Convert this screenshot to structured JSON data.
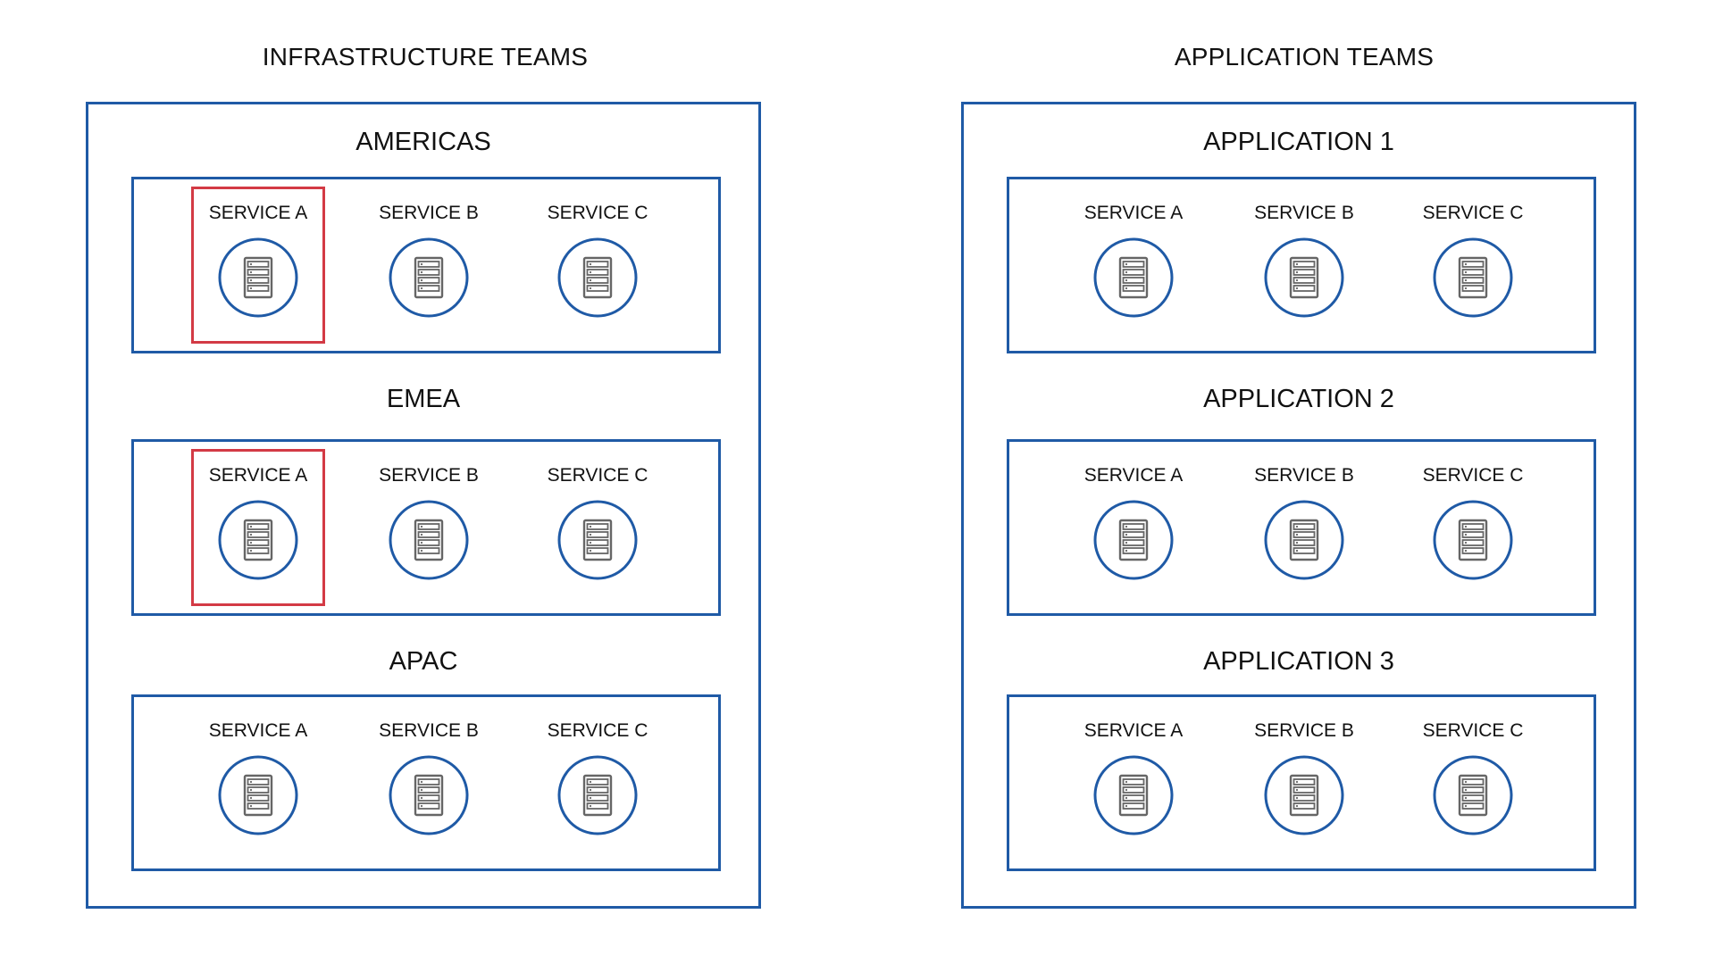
{
  "colors": {
    "box_border": "#1f5aa6",
    "highlight_border": "#d33a45",
    "icon_gray": "#666666"
  },
  "infra": {
    "title": "INFRASTRUCTURE TEAMS",
    "groups": [
      {
        "title": "AMERICAS",
        "services": [
          {
            "label": "SERVICE A",
            "icon": "server-icon",
            "highlighted": true
          },
          {
            "label": "SERVICE B",
            "icon": "server-icon",
            "highlighted": false
          },
          {
            "label": "SERVICE C",
            "icon": "server-icon",
            "highlighted": false
          }
        ]
      },
      {
        "title": "EMEA",
        "services": [
          {
            "label": "SERVICE A",
            "icon": "server-icon",
            "highlighted": true
          },
          {
            "label": "SERVICE B",
            "icon": "server-icon",
            "highlighted": false
          },
          {
            "label": "SERVICE C",
            "icon": "server-icon",
            "highlighted": false
          }
        ]
      },
      {
        "title": "APAC",
        "services": [
          {
            "label": "SERVICE A",
            "icon": "server-icon",
            "highlighted": false
          },
          {
            "label": "SERVICE B",
            "icon": "server-icon",
            "highlighted": false
          },
          {
            "label": "SERVICE C",
            "icon": "server-icon",
            "highlighted": false
          }
        ]
      }
    ]
  },
  "app": {
    "title": "APPLICATION TEAMS",
    "groups": [
      {
        "title": "APPLICATION 1",
        "services": [
          {
            "label": "SERVICE A",
            "icon": "server-icon",
            "highlighted": false
          },
          {
            "label": "SERVICE B",
            "icon": "server-icon",
            "highlighted": false
          },
          {
            "label": "SERVICE C",
            "icon": "server-icon",
            "highlighted": false
          }
        ]
      },
      {
        "title": "APPLICATION 2",
        "services": [
          {
            "label": "SERVICE A",
            "icon": "server-icon",
            "highlighted": false
          },
          {
            "label": "SERVICE B",
            "icon": "server-icon",
            "highlighted": false
          },
          {
            "label": "SERVICE C",
            "icon": "server-icon",
            "highlighted": false
          }
        ]
      },
      {
        "title": "APPLICATION 3",
        "services": [
          {
            "label": "SERVICE A",
            "icon": "server-icon",
            "highlighted": false
          },
          {
            "label": "SERVICE B",
            "icon": "server-icon",
            "highlighted": false
          },
          {
            "label": "SERVICE C",
            "icon": "server-icon",
            "highlighted": false
          }
        ]
      }
    ]
  }
}
